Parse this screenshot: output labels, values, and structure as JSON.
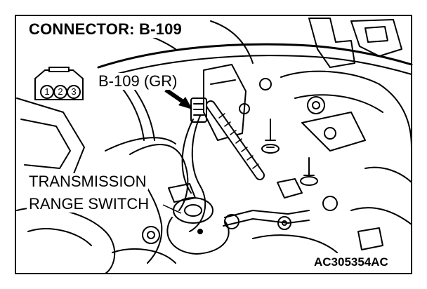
{
  "title": "CONNECTOR: B-109",
  "connector_callout": "B-109 (GR)",
  "component_label": {
    "line1": "TRANSMISSION",
    "line2": "RANGE SWITCH"
  },
  "figure_code": "AC305354AC",
  "connector_pins": [
    "1",
    "2",
    "3"
  ],
  "colors": {
    "line": "#000000",
    "background": "#ffffff"
  }
}
